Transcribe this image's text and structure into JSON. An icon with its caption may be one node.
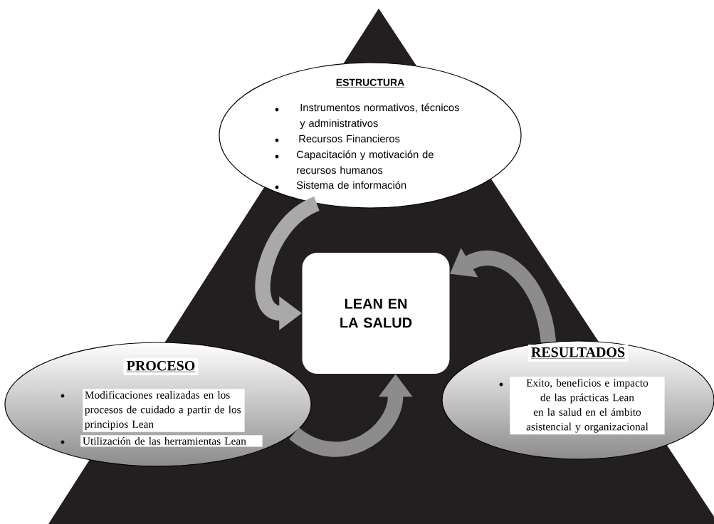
{
  "diagram": {
    "nodes": [
      {
        "text": [
          "ESTRUCTURA",
          "Instrumentos normativos, técnicos y administrativos",
          "Recursos Financieros",
          "Capacitación y motivación de recursos humanos",
          "Sistema de información"
        ]
      },
      {
        "text": [
          "LEAN EN LA SALUD"
        ]
      },
      {
        "text": [
          "PROCESO",
          "Modificaciones realizadas en los procesos de cuidado a partir de los principios Lean",
          "Utilización de las herramientas Lean"
        ]
      },
      {
        "text": [
          "RESULTADOS",
          "Exito, beneficios e impacto de las prácticas Lean en la salud en el ámbito asistencial y organizacional"
        ]
      }
    ],
    "edges": [
      {
        "from": 0,
        "to": 1,
        "arrow": "to",
        "color": "#a9a9a9"
      },
      {
        "from": 3,
        "to": 1,
        "arrow": "to"
      },
      {
        "from": 2,
        "to": 1,
        "arrow": "to"
      }
    ]
  }
}
